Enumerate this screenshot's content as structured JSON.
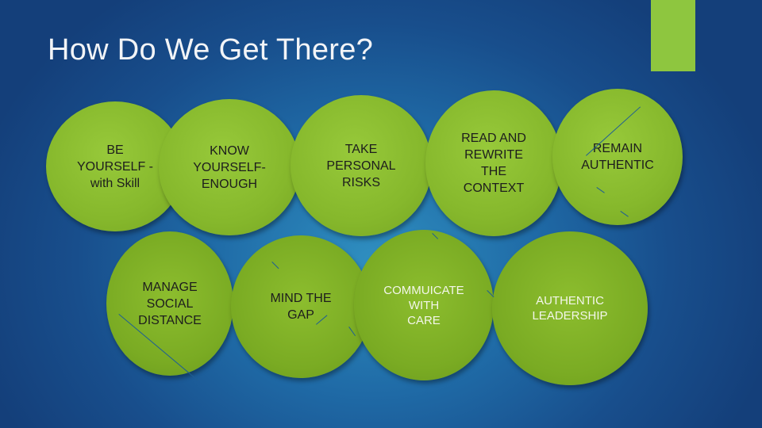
{
  "slide": {
    "title": "How Do We Get There?",
    "top_row": [
      {
        "label": "BE\nYOURSELF -\nwith Skill"
      },
      {
        "label": "KNOW\nYOURSELF-\nENOUGH"
      },
      {
        "label": "TAKE\nPERSONAL\nRISKS"
      },
      {
        "label": "READ AND\nREWRITE\nTHE\nCONTEXT"
      },
      {
        "label": "REMAIN\nAUTHENTIC"
      }
    ],
    "bottom_row": [
      {
        "label": "MANAGE\nSOCIAL\nDISTANCE"
      },
      {
        "label": "MIND THE\nGAP"
      },
      {
        "label": "COMMUICATE\nWITH\nCARE"
      },
      {
        "label": "AUTHENTIC\nLEADERSHIP"
      }
    ]
  },
  "colors": {
    "background": "#1f6aa6",
    "circle_green": "#8ec63f",
    "accent_bar": "#8ec63f",
    "title_text": "#f2f4f7"
  }
}
